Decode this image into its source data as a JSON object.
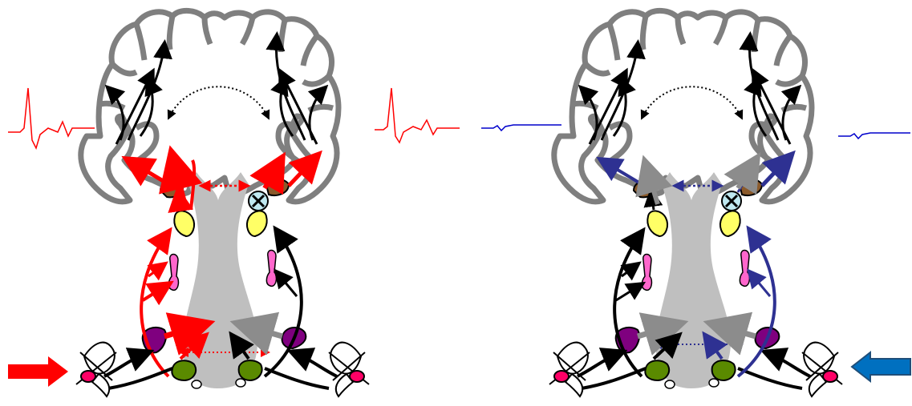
{
  "figure": {
    "panels": [
      {
        "id": "left",
        "stimulus_arrow_color": "#ff0000",
        "pathway_color": "#ff0000",
        "waveform_color": "#ff0000",
        "stimulus_side": "left"
      },
      {
        "id": "right",
        "stimulus_arrow_color": "#0070c0",
        "pathway_color": "#2e3192",
        "waveform_color": "#0000cc",
        "stimulus_side": "right"
      }
    ],
    "colors": {
      "cortex_outline": "#7f7f7f",
      "brainstem": "#bfbfbf",
      "thalamus": "#8b5a2b",
      "yellow_nucleus": "#ffff66",
      "pink_nucleus": "#ff66cc",
      "purple_nucleus": "#7f007f",
      "green_nucleus": "#5a8a00",
      "cochlea": "#ff0066",
      "block_marker": "#bfe8f0"
    },
    "icons": [
      "block-x-icon",
      "stimulus-arrow-icon",
      "waveform-icon"
    ]
  }
}
